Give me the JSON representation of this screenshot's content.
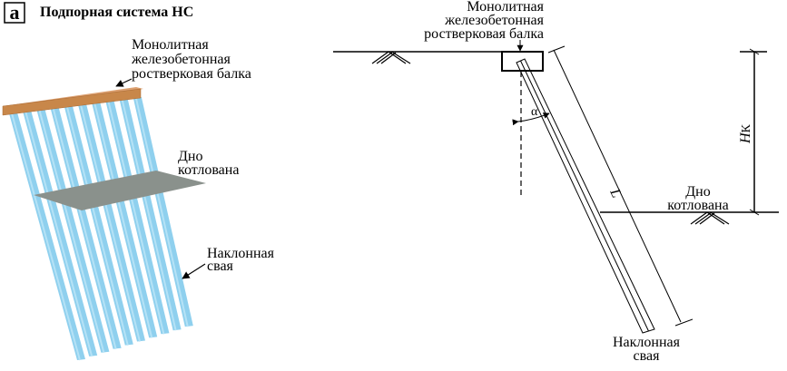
{
  "panel_letter": "а",
  "title": "Подпорная система НС",
  "left": {
    "beam_label": [
      "Монолитная",
      "железобетонная",
      "ростверковая балка"
    ],
    "bottom_label": [
      "Дно",
      "котлована"
    ],
    "pile_label": [
      "Наклонная",
      "свая"
    ],
    "pile_count": 10
  },
  "right": {
    "beam_label": [
      "Монолитная",
      "железобетонная",
      "ростверковая балка"
    ],
    "bottom_label": [
      "Дно",
      "котлована"
    ],
    "pile_label": [
      "Наклонная",
      "свая"
    ],
    "angle_symbol": "α",
    "length_symbol": "L",
    "height_symbol": "H",
    "height_subscript": "К"
  },
  "colors": {
    "beam": "#c8874a",
    "beam_top": "#dca070",
    "pile": "#8fd0ee",
    "plane": "#8a918c"
  }
}
